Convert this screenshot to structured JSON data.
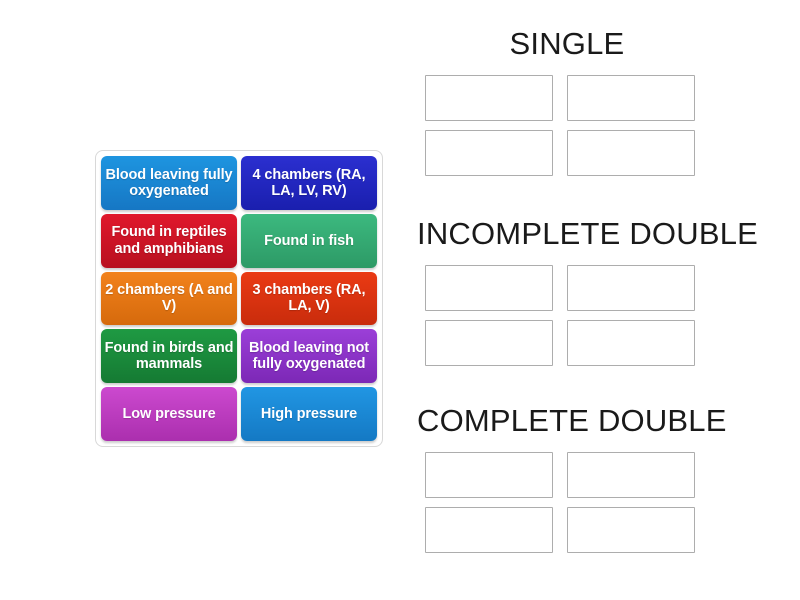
{
  "activity": {
    "type": "group-sort",
    "tile_bank": {
      "label": "Answer tiles",
      "tiles": [
        {
          "text": "Blood leaving fully oxygenated",
          "color": "#1e95e0",
          "color_dark": "#1677c4"
        },
        {
          "text": "4 chambers (RA, LA, LV, RV)",
          "color": "#2b2fd0",
          "color_dark": "#1a1fae"
        },
        {
          "text": "Found in reptiles and amphibians",
          "color": "#e0182c",
          "color_dark": "#b8101f"
        },
        {
          "text": "Found in fish",
          "color": "#3cb97f",
          "color_dark": "#2d9a66"
        },
        {
          "text": "2 chambers (A and V)",
          "color": "#f2821c",
          "color_dark": "#d66a0c"
        },
        {
          "text": "3 chambers (RA, LA, V)",
          "color": "#ea3a14",
          "color_dark": "#c92c0c"
        },
        {
          "text": "Found in birds and mammals",
          "color": "#1f9a43",
          "color_dark": "#157a33"
        },
        {
          "text": "Blood leaving not fully oxygenated",
          "color": "#9b3fd8",
          "color_dark": "#7c28b6"
        },
        {
          "text": "Low pressure",
          "color": "#cc49cf",
          "color_dark": "#ab2fae"
        },
        {
          "text": "High pressure",
          "color": "#2196e3",
          "color_dark": "#1479c4"
        }
      ]
    },
    "categories": [
      {
        "title": "SINGLE",
        "slots": [
          "",
          "",
          "",
          ""
        ]
      },
      {
        "title": "INCOMPLETE DOUBLE",
        "slots": [
          "",
          "",
          "",
          ""
        ]
      },
      {
        "title": "COMPLETE DOUBLE",
        "slots": [
          "",
          "",
          "",
          ""
        ]
      }
    ],
    "colors": {
      "page_background": "#ffffff",
      "panel_border": "#d8d8d8",
      "dropzone_border": "#adadad",
      "title_text": "#1a1a1a",
      "tile_text": "#ffffff"
    }
  }
}
